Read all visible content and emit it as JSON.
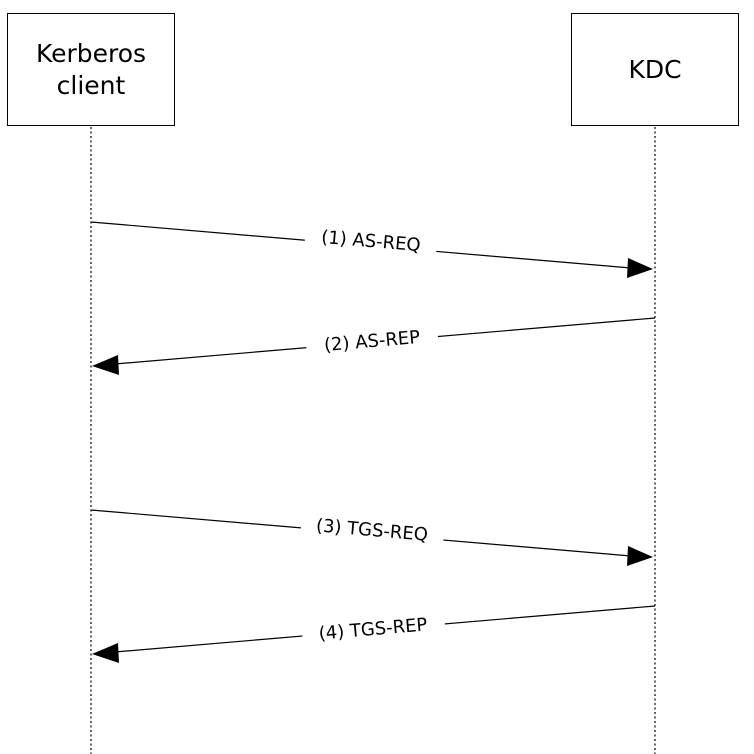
{
  "participants": {
    "client": {
      "label": "Kerberos\nclient"
    },
    "kdc": {
      "label": "KDC"
    }
  },
  "messages": [
    {
      "label": "(1) AS-REQ",
      "from": "client",
      "to": "kdc"
    },
    {
      "label": "(2) AS-REP",
      "from": "kdc",
      "to": "client"
    },
    {
      "label": "(3) TGS-REQ",
      "from": "client",
      "to": "kdc"
    },
    {
      "label": "(4) TGS-REP",
      "from": "kdc",
      "to": "client"
    }
  ],
  "colors": {
    "line": "#000000",
    "background": "#ffffff",
    "text": "#000000"
  }
}
